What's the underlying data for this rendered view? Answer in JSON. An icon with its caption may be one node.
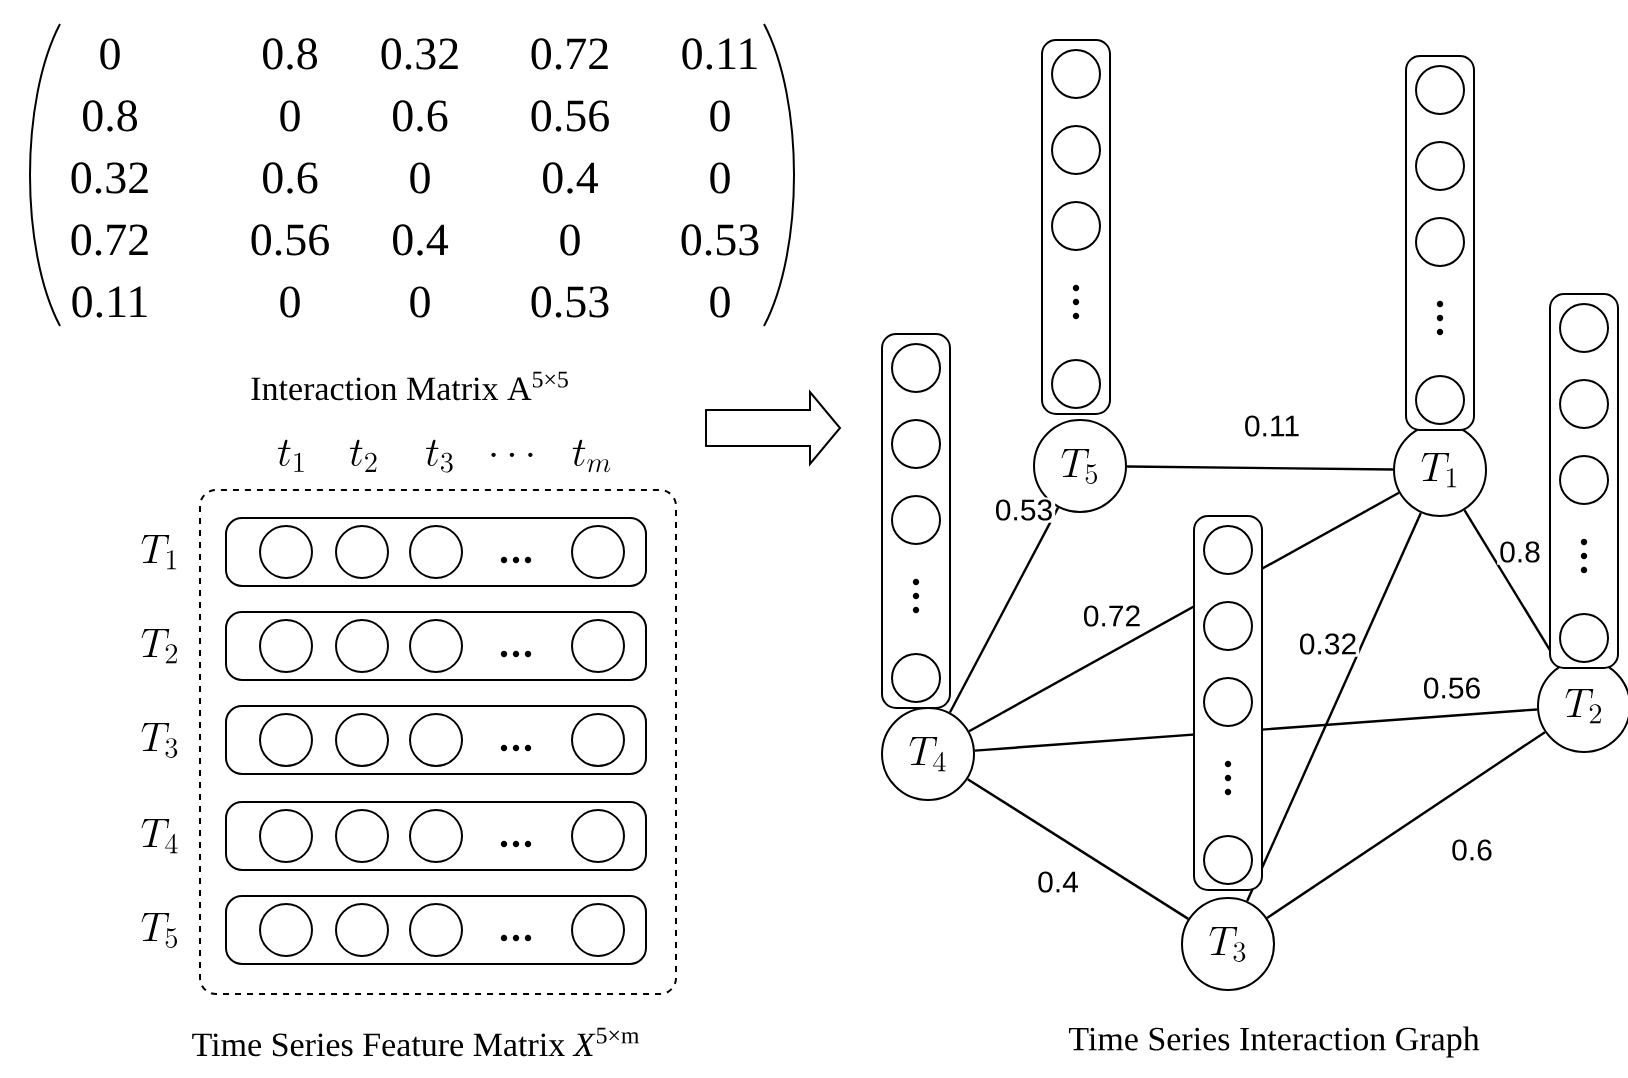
{
  "diagram": {
    "nodes": [
      {
        "text": [
          "T_1"
        ]
      },
      {
        "text": [
          "T_2"
        ]
      },
      {
        "text": [
          "T_3"
        ]
      },
      {
        "text": [
          "T_4"
        ]
      },
      {
        "text": [
          "T_5"
        ]
      }
    ],
    "edges": [
      {
        "from": 4,
        "to": 0,
        "arrow": "none",
        "label": "0.11"
      },
      {
        "from": 4,
        "to": 3,
        "arrow": "none",
        "label": "0.53"
      },
      {
        "from": 3,
        "to": 0,
        "arrow": "none",
        "label": "0.72"
      },
      {
        "from": 0,
        "to": 2,
        "arrow": "none",
        "label": "0.32"
      },
      {
        "from": 0,
        "to": 1,
        "arrow": "none",
        "label": "0.8"
      },
      {
        "from": 3,
        "to": 1,
        "arrow": "none",
        "label": "0.56"
      },
      {
        "from": 3,
        "to": 2,
        "arrow": "none",
        "label": "0.4"
      },
      {
        "from": 2,
        "to": 1,
        "arrow": "none",
        "label": "0.6"
      }
    ],
    "labels": [
      "0",
      "0.8",
      "0.32",
      "0.72",
      "0.11",
      "0.8",
      "0",
      "0.6",
      "0.56",
      "0",
      "0.32",
      "0.6",
      "0",
      "0.4",
      "0",
      "0.72",
      "0.56",
      "0.4",
      "0",
      "0.53",
      "0.11",
      "0",
      "0",
      "0.53",
      "0",
      "Interaction Matrix  A$^{5×5}$",
      "t_1",
      "t_2",
      "t_3",
      "\\cdots",
      "t_m",
      "T_1",
      "T_2",
      "T_3",
      "T_4",
      "T_5",
      "Time Series Feature Matrix  *X*$^{5×m}$",
      "Time Series Interaction Graph"
    ]
  }
}
